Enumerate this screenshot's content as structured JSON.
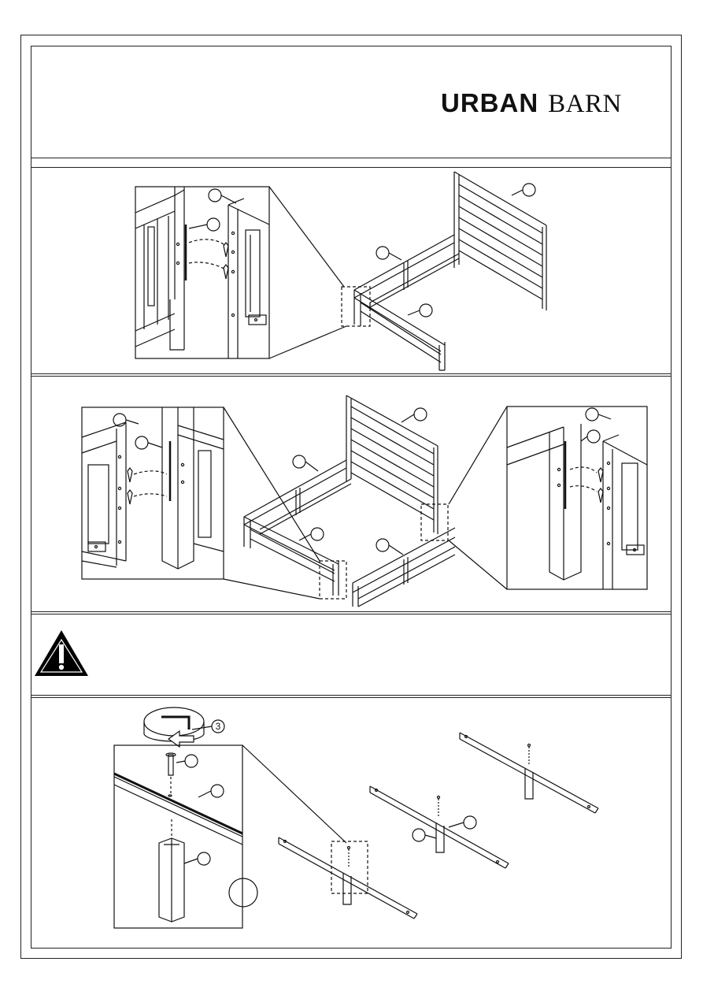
{
  "header": {
    "brand_primary": "URBAN",
    "brand_secondary": "BARN"
  },
  "step4": {
    "screwdriver_ref": "3"
  },
  "icons": {
    "warning": "warning-triangle-icon",
    "rotate": "rotate-arrow-icon"
  },
  "colors": {
    "line": "#111111",
    "warning_fill": "#000000"
  }
}
